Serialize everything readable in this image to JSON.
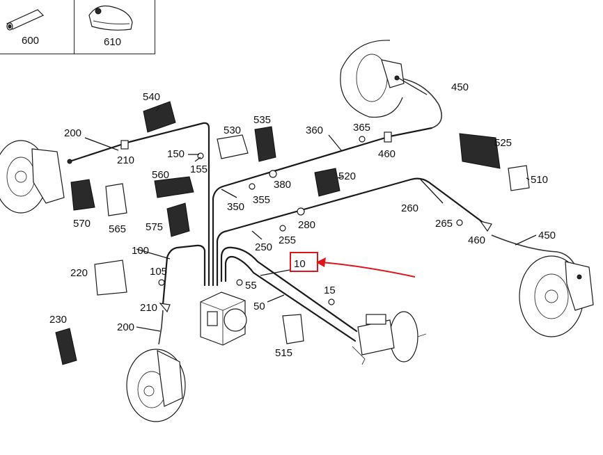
{
  "legend_cells": [
    {
      "part_number": "600",
      "icon": "hose-sleeve-icon"
    },
    {
      "part_number": "610",
      "icon": "protective-cap-icon"
    }
  ],
  "callouts": {
    "p10": "10",
    "p15": "15",
    "p50": "50",
    "p55": "55",
    "p100": "100",
    "p105": "105",
    "p150": "150",
    "p155": "155",
    "p200a": "200",
    "p200b": "200",
    "p210a": "210",
    "p210b": "210",
    "p220": "220",
    "p230": "230",
    "p250": "250",
    "p255": "255",
    "p260": "260",
    "p265": "265",
    "p280": "280",
    "p350": "350",
    "p355": "355",
    "p360": "360",
    "p365": "365",
    "p380": "380",
    "p450a": "450",
    "p450b": "450",
    "p460a": "460",
    "p460b": "460",
    "p510": "510",
    "p515": "515",
    "p520": "520",
    "p525": "525",
    "p530": "530",
    "p535": "535",
    "p540": "540",
    "p560": "560",
    "p565": "565",
    "p570": "570",
    "p575": "575"
  },
  "highlight": {
    "target": "10",
    "color": "#e0141b"
  }
}
